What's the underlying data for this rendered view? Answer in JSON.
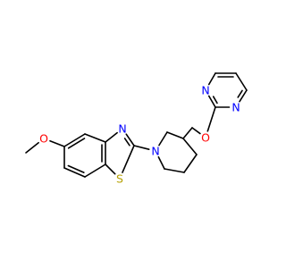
{
  "molecule": {
    "atoms": [
      {
        "id": "me",
        "label": ""
      },
      {
        "id": "o1",
        "label": "O",
        "color": "#ff0000"
      },
      {
        "id": "b5",
        "label": ""
      },
      {
        "id": "b4",
        "label": ""
      },
      {
        "id": "b3a",
        "label": ""
      },
      {
        "id": "b7a",
        "label": ""
      },
      {
        "id": "b7",
        "label": ""
      },
      {
        "id": "b6",
        "label": ""
      },
      {
        "id": "n3",
        "label": "N",
        "color": "#0000ff"
      },
      {
        "id": "c2",
        "label": ""
      },
      {
        "id": "s1",
        "label": "S",
        "color": "#b5a000"
      },
      {
        "id": "n1",
        "label": "N",
        "color": "#0000ff"
      },
      {
        "id": "p2",
        "label": ""
      },
      {
        "id": "p3",
        "label": ""
      },
      {
        "id": "p4",
        "label": ""
      },
      {
        "id": "p5",
        "label": ""
      },
      {
        "id": "p6",
        "label": ""
      },
      {
        "id": "ch2",
        "label": ""
      },
      {
        "id": "o2",
        "label": "O",
        "color": "#ff0000"
      },
      {
        "id": "q2",
        "label": ""
      },
      {
        "id": "qn1",
        "label": "N",
        "color": "#0000ff"
      },
      {
        "id": "q6",
        "label": ""
      },
      {
        "id": "q5",
        "label": ""
      },
      {
        "id": "q4",
        "label": ""
      },
      {
        "id": "qn3",
        "label": "N",
        "color": "#0000ff"
      }
    ],
    "bonds": [
      {
        "a": "me",
        "b": "o1",
        "order": 1
      },
      {
        "a": "o1",
        "b": "b5",
        "order": 1
      },
      {
        "a": "b5",
        "b": "b4",
        "order": 2
      },
      {
        "a": "b4",
        "b": "b3a",
        "order": 1
      },
      {
        "a": "b3a",
        "b": "b7a",
        "order": 2
      },
      {
        "a": "b7a",
        "b": "b7",
        "order": 1
      },
      {
        "a": "b7",
        "b": "b6",
        "order": 2
      },
      {
        "a": "b6",
        "b": "b5",
        "order": 1
      },
      {
        "a": "b3a",
        "b": "n3",
        "order": 1
      },
      {
        "a": "n3",
        "b": "c2",
        "order": 2
      },
      {
        "a": "c2",
        "b": "s1",
        "order": 1
      },
      {
        "a": "s1",
        "b": "b7a",
        "order": 1
      },
      {
        "a": "c2",
        "b": "n1",
        "order": 1
      },
      {
        "a": "n1",
        "b": "p2",
        "order": 1
      },
      {
        "a": "p2",
        "b": "p3",
        "order": 1
      },
      {
        "a": "p3",
        "b": "p4",
        "order": 1
      },
      {
        "a": "p4",
        "b": "p5",
        "order": 1
      },
      {
        "a": "p5",
        "b": "p6",
        "order": 1
      },
      {
        "a": "p6",
        "b": "n1",
        "order": 1
      },
      {
        "a": "p3",
        "b": "ch2",
        "order": 1
      },
      {
        "a": "ch2",
        "b": "o2",
        "order": 1
      },
      {
        "a": "o2",
        "b": "q2",
        "order": 1
      },
      {
        "a": "q2",
        "b": "qn1",
        "order": 2
      },
      {
        "a": "qn1",
        "b": "q6",
        "order": 1
      },
      {
        "a": "q6",
        "b": "q5",
        "order": 2
      },
      {
        "a": "q5",
        "b": "q4",
        "order": 1
      },
      {
        "a": "q4",
        "b": "qn3",
        "order": 2
      },
      {
        "a": "qn3",
        "b": "q2",
        "order": 1
      }
    ]
  }
}
